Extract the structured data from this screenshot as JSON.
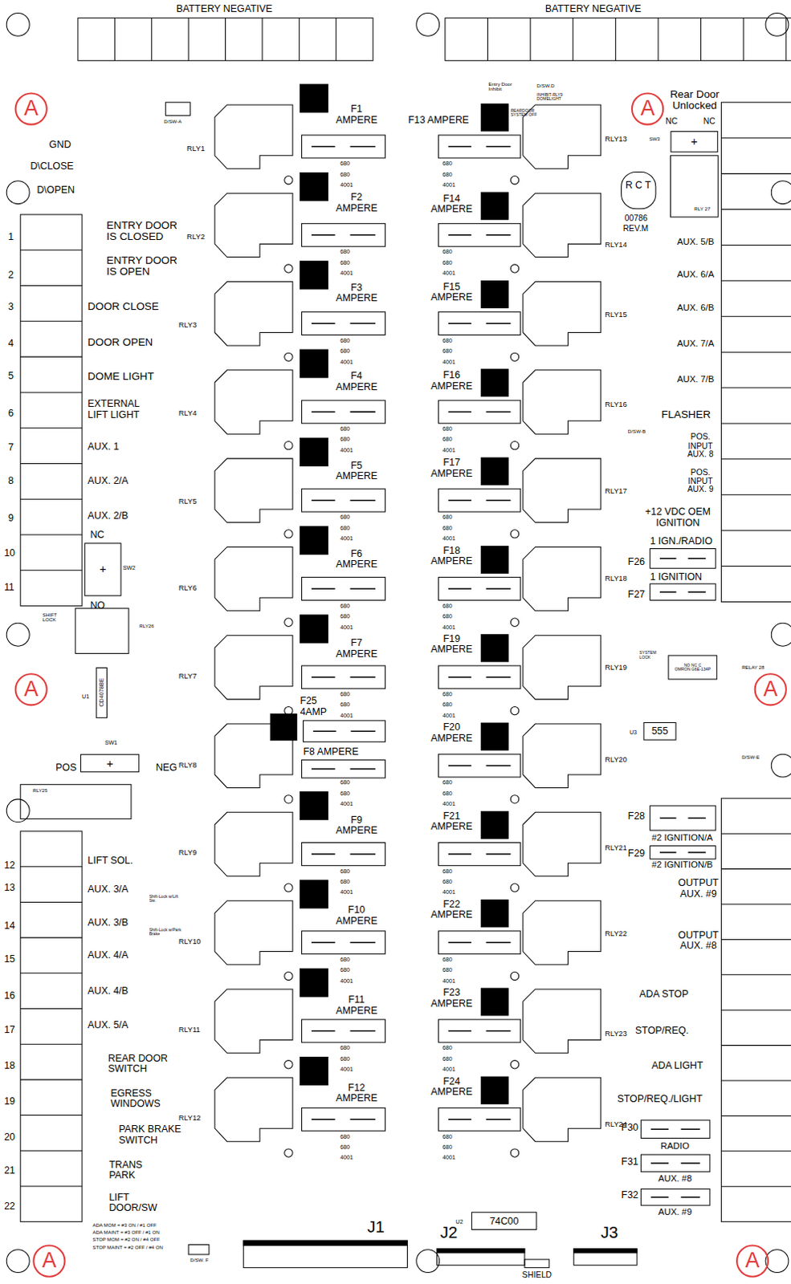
{
  "diagram": {
    "nodes": [
      {
        "text": [
          "A"
        ]
      },
      {
        "text": [
          "A"
        ]
      },
      {
        "text": [
          "A"
        ]
      },
      {
        "text": [
          "A"
        ]
      },
      {
        "text": [
          "A"
        ]
      },
      {
        "text": [
          "A"
        ]
      },
      {
        "text": [
          "CD4078BE"
        ]
      },
      {
        "text": [
          "555"
        ]
      },
      {
        "text": [
          "74C00"
        ]
      },
      {
        "text": [
          "NO NC C",
          "OMRON G6E-134P"
        ]
      },
      {
        "text": [
          "+"
        ]
      },
      {
        "text": [
          "+"
        ]
      },
      {
        "text": [
          "+"
        ]
      }
    ],
    "labels": [
      "BATTERY NEGATIVE",
      "BATTERY NEGATIVE",
      "GND",
      "D\\CLOSE",
      "D\\OPEN",
      "1",
      "2",
      "3",
      "4",
      "5",
      "6",
      "7",
      "8",
      "9",
      "10",
      "11",
      "12",
      "13",
      "14",
      "15",
      "16",
      "17",
      "18",
      "19",
      "20",
      "21",
      "22",
      "ENTRY DOOR IS CLOSED",
      "ENTRY DOOR IS OPEN",
      "DOOR CLOSE",
      "DOOR OPEN",
      "DOME LIGHT",
      "EXTERNAL LIFT LIGHT",
      "AUX. 1",
      "AUX. 2/A",
      "AUX. 2/B",
      "NC",
      "SW2",
      "NO",
      "LIFT SOL.",
      "AUX. 3/A",
      "AUX. 3/B",
      "AUX. 4/A",
      "AUX. 4/B",
      "AUX. 5/A",
      "REAR DOOR SWITCH",
      "EGRESS WINDOWS",
      "PARK BRAKE SWITCH",
      "TRANS PARK",
      "LIFT DOOR/SW",
      "ADA MOM = #3 ON / #1 OFF",
      "ADA MAINT = #3 OFF / #1 ON",
      "STOP MOM = #2 ON / #4 OFF",
      "STOP MAINT = #2 OFF / #4 ON",
      "D/SW. F",
      "SHIFT LOCK",
      "RLY26",
      "U1",
      "SW1",
      "POS",
      "NEG",
      "RLY25",
      "D/SW-A",
      "Shift-Lock w/Lift Sw.",
      "Shift-Lock w/Park Brake",
      "RLY1",
      "RLY2",
      "RLY3",
      "RLY4",
      "RLY5",
      "RLY6",
      "RLY7",
      "RLY8",
      "RLY9",
      "RLY10",
      "RLY11",
      "RLY12",
      "F1 AMPERE",
      "F2 AMPERE",
      "F3 AMPERE",
      "F4 AMPERE",
      "F5 AMPERE",
      "F6 AMPERE",
      "F7 AMPERE",
      "F25 4AMP",
      "F8 AMPERE",
      "F9 AMPERE",
      "F10 AMPERE",
      "F11 AMPERE",
      "F12 AMPERE",
      "680",
      "680",
      "4001",
      "680",
      "680",
      "4001",
      "680",
      "680",
      "4001",
      "680",
      "680",
      "4001",
      "680",
      "680",
      "4001",
      "680",
      "680",
      "4001",
      "680",
      "680",
      "4001",
      "680",
      "680",
      "4001",
      "680",
      "680",
      "4001",
      "680",
      "680",
      "4001",
      "680",
      "680",
      "4001",
      "680",
      "680",
      "4001",
      "Entry Door Inhibit",
      "D/SW.D",
      "INHIBIT-RLY9 DOMELIGHT",
      "REARDOOR SYSTEM OFF",
      "F13 AMPERE",
      "F14 AMPERE",
      "F15 AMPERE",
      "F16 AMPERE",
      "F17 AMPERE",
      "F18 AMPERE",
      "F19 AMPERE",
      "F20 AMPERE",
      "F21 AMPERE",
      "F22 AMPERE",
      "F23 AMPERE",
      "F24 AMPERE",
      "680",
      "680",
      "4001",
      "680",
      "680",
      "4001",
      "680",
      "680",
      "4001",
      "680",
      "680",
      "4001",
      "680",
      "680",
      "4001",
      "680",
      "680",
      "4001",
      "680",
      "680",
      "4001",
      "680",
      "680",
      "4001",
      "680",
      "680",
      "4001",
      "680",
      "680",
      "4001",
      "680",
      "680",
      "4001",
      "680",
      "680",
      "4001",
      "RLY13",
      "RLY14",
      "RLY15",
      "RLY16",
      "RLY17",
      "RLY18",
      "RLY19",
      "RLY20",
      "RLY21",
      "RLY22",
      "RLY23",
      "RLY24",
      "Rear Door Unlocked",
      "NC",
      "NC",
      "SW3",
      "RLY 27",
      "R C T",
      "00786",
      "REV.M",
      "AUX. 5/B",
      "AUX. 6/A",
      "AUX. 6/B",
      "AUX. 7/A",
      "AUX. 7/B",
      "FLASHER",
      "D/SW-B",
      "POS. INPUT AUX. 8",
      "POS. INPUT AUX. 9",
      "+12 VDC OEM IGNITION",
      "1 IGN./RADIO",
      "F26",
      "1 IGNITION",
      "F27",
      "SYSTEM LOCK",
      "RELAY 28",
      "U3",
      "D/SW-E",
      "F28",
      "#2 IGNITION/A",
      "F29",
      "#2 IGNITION/B",
      "OUTPUT AUX. #9",
      "OUTPUT AUX. #8",
      "ADA STOP",
      "STOP/REQ.",
      "ADA LIGHT",
      "STOP/REQ./LIGHT",
      "F30",
      "RADIO",
      "F31",
      "AUX. #8",
      "F32",
      "AUX. #9",
      "U2",
      "J1",
      "J2",
      "J3",
      "SHIELD"
    ]
  }
}
